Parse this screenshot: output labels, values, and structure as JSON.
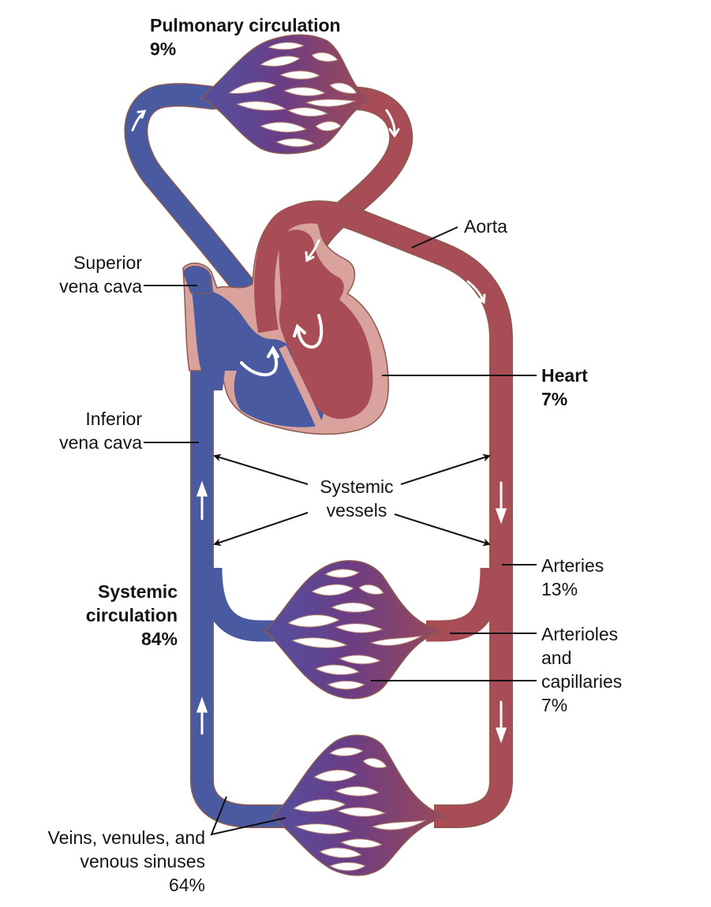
{
  "figure": {
    "title": "Distribution of blood volume in the circulatory system",
    "colors": {
      "deoxygenated": "#4a5aa0",
      "oxygenated": "#a84c55",
      "capillary_mid": "#6a3d85",
      "heart_wall": "#d9a29c",
      "outline": "#8a5a50",
      "flow_arrow": "#ffffff",
      "leader_line": "#111111"
    }
  },
  "labels": {
    "pulmonary": {
      "name": "Pulmonary circulation",
      "percent": "9%"
    },
    "superior_vena_cava": {
      "line1": "Superior",
      "line2": "vena cava"
    },
    "aorta": {
      "text": "Aorta"
    },
    "heart": {
      "name": "Heart",
      "percent": "7%"
    },
    "inferior_vena_cava": {
      "line1": "Inferior",
      "line2": "vena cava"
    },
    "systemic_vessels": {
      "line1": "Systemic",
      "line2": "vessels"
    },
    "systemic_circulation": {
      "line1": "Systemic",
      "line2": "circulation",
      "percent": "84%"
    },
    "arteries": {
      "name": "Arteries",
      "percent": "13%"
    },
    "arterioles_capillaries": {
      "line1": "Arterioles",
      "line2": "and",
      "line3": "capillaries",
      "percent": "7%"
    },
    "veins": {
      "line1": "Veins, venules, and",
      "line2": "venous sinuses",
      "percent": "64%"
    }
  },
  "icons": {
    "flow_arrows": [
      "pulmonary-artery-arrow",
      "pulmonary-vein-arrow",
      "aortic-arch-arrow",
      "aorta-descending-arrow",
      "vena-cava-up-arrow",
      "artery-down-arrow",
      "right-heart-arrow",
      "left-heart-arrow",
      "left-atrium-arrow"
    ]
  }
}
